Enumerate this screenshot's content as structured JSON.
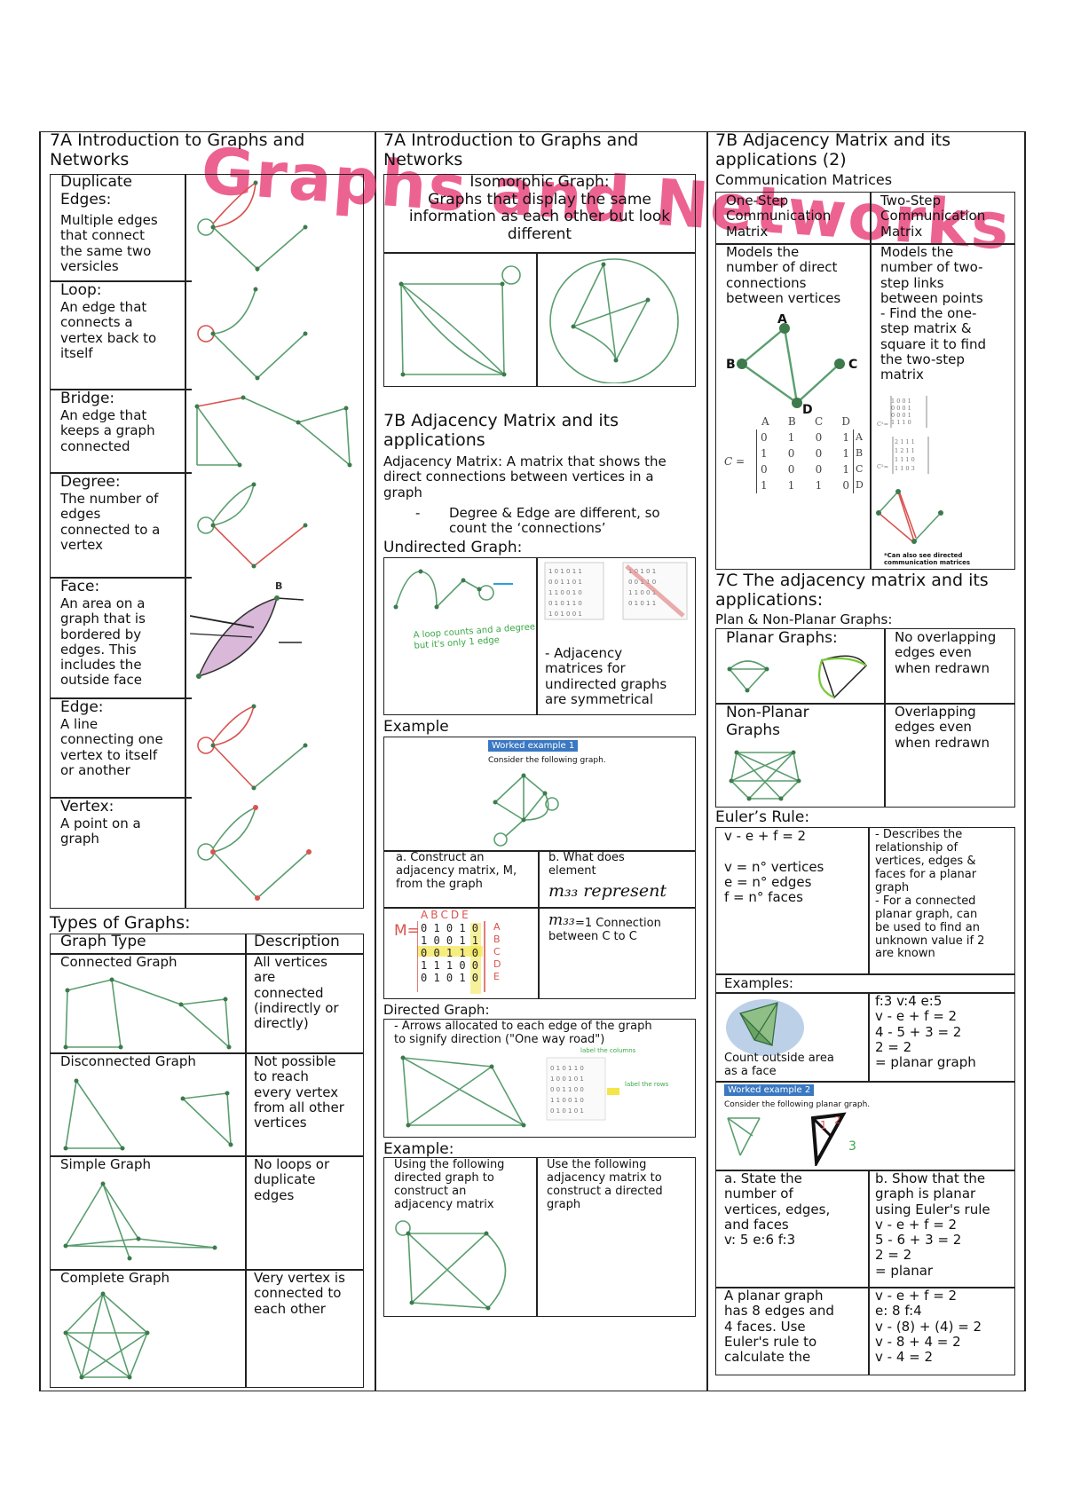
{
  "title": "Graphs and Networks",
  "col1": {
    "header": "7A Introduction to Graphs and\nNetworks",
    "terms": [
      {
        "term": "Duplicate\nEdges:",
        "desc": "Multiple edges\nthat connect\nthe same two\nversicles"
      },
      {
        "term": "Loop:",
        "desc": "An edge that\nconnects a\nvertex back to\nitself"
      },
      {
        "term": "Bridge:",
        "desc": "An edge that\nkeeps a graph\nconnected"
      },
      {
        "term": "Degree:",
        "desc": "The number of\nedges\nconnected to a\nvertex"
      },
      {
        "term": "Face:",
        "desc": "An area on a\ngraph that is\nbordered by\nedges. This\nincludes the\noutside face"
      },
      {
        "term": "Edge:",
        "desc": "A line\nconnecting one\nvertex to itself\nor another"
      },
      {
        "term": "Vertex:",
        "desc": "A point on a\ngraph"
      }
    ],
    "types_title": "Types of Graphs:",
    "types_headers": [
      "Graph Type",
      "Description"
    ],
    "types": [
      {
        "name": "Connected Graph",
        "desc": "All vertices\nare\nconnected\n(indirectly or\ndirectly)"
      },
      {
        "name": "Disconnected Graph",
        "desc": "Not possible\nto reach\nevery vertex\nfrom all other\nvertices"
      },
      {
        "name": "Simple Graph",
        "desc": "No loops or\nduplicate\nedges"
      },
      {
        "name": "Complete Graph",
        "desc": "Very vertex is\nconnected to\neach other"
      }
    ]
  },
  "col2": {
    "header": "7A Introduction to Graphs and\nNetworks",
    "iso_text": "Isomorphic Graph:\nGraphs that display the same\ninformation as each other but look\ndifferent",
    "adj_header": "7B Adjacency Matrix and its\napplications",
    "adj_def": "Adjacency Matrix: A matrix that shows the\ndirect connections between vertices in a\ngraph",
    "adj_bullet_dash": "-",
    "adj_bullet": "Degree & Edge are different, so\ncount the ‘connections’",
    "undirected_title": "Undirected Graph:",
    "undirected_note": "- Adjacency\nmatrices for\nundirected graphs\nare symmetrical",
    "handwritten_note1": "A loop counts and a degree\nbut it's only 1 edge",
    "example_title": "Example",
    "worked_ex1": "Worked example 1",
    "worked_ex1_sub": "Consider the following graph.",
    "ex_q_a": "a. Construct an\nadjacency matrix, M,\nfrom the graph",
    "ex_q_b": "b. What does\nelement",
    "ex_m33": "m₃₃ represent",
    "ex_ans_b": "=1 Connection\nbetween C to C",
    "ex_ans_m": "m₃₃",
    "matrix_label": "M=",
    "matrix_cols": [
      "A",
      "B",
      "C",
      "D",
      "E"
    ],
    "directed_title": "Directed Graph:",
    "directed_text": "- Arrows allocated to each edge of the graph\nto signify direction (\"One way road\")",
    "example2_title": "Example:",
    "ex2_left": "Using the following\ndirected graph to\nconstruct an\nadjacency matrix",
    "ex2_right": "Use the following\nadjacency matrix to\nconstruct a directed\ngraph"
  },
  "col3": {
    "header": "7B Adjacency Matrix and its\napplications (2)",
    "comm_title": "Communication Matrices",
    "one_step_title": "One-Step\nCommunication\nMatrix",
    "two_step_title": "Two-Step\nCommunication\nMatrix",
    "one_step_desc": "Models the\nnumber of direct\nconnections\nbetween vertices",
    "two_step_desc": "Models the\nnumber of two-\nstep links\nbetween points\n- Find the one-\nstep matrix &\nsquare it to find\nthe two-step\nmatrix",
    "matrix_C_label": "C =",
    "matrix_C_cols": [
      "A",
      "B",
      "C",
      "D"
    ],
    "matrix_C_rows": [
      [
        "0",
        "1",
        "0",
        "1"
      ],
      [
        "1",
        "0",
        "0",
        "1"
      ],
      [
        "0",
        "0",
        "0",
        "1"
      ],
      [
        "1",
        "1",
        "1",
        "0"
      ]
    ],
    "directed_note": "*Can also see directed\ncommunication matrices",
    "planar_header": "7C The adjacency matrix and its\napplications:",
    "planar_sub": "Plan & Non-Planar Graphs:",
    "planar_title": "Planar Graphs:",
    "planar_desc": "No overlapping\nedges even\nwhen redrawn",
    "nonplanar_title": "Non-Planar\nGraphs",
    "nonplanar_desc": "Overlapping\nedges even\nwhen redrawn",
    "euler_title": "Euler’s Rule:",
    "euler_left": "v - e + f = 2\n\nv = n° vertices\ne = n° edges\nf = n° faces",
    "euler_right": "- Describes the\nrelationship of\nvertices, edges &\nfaces for a planar\ngraph\n- For a connected\nplanar graph, can\nbe used to find an\nunknown value if 2\nare known",
    "examples_title": "Examples:",
    "ex_caption": "Count outside area\nas a face",
    "ex_right": "f:3 v:4 e:5\nv - e + f = 2\n4 - 5 + 3 = 2\n2 = 2\n= planar graph",
    "worked_ex2": "Worked example 2",
    "worked_ex2_sub": "Consider the following planar graph.",
    "q_a": "a. State the\nnumber of\nvertices, edges,\nand faces\nv: 5   e:6   f:3",
    "q_b": "b. Show that the\ngraph is planar\nusing Euler's rule\nv - e + f = 2\n5 - 6 + 3 = 2\n2 = 2\n= planar",
    "q_c": "A planar graph\nhas 8 edges and\n4 faces. Use\nEuler's rule to\ncalculate the",
    "q_c_ans": "v - e + f = 2\ne: 8 f:4\nv - (8) + (4) = 2\nv - 8 + 4 = 2\nv - 4 = 2"
  }
}
